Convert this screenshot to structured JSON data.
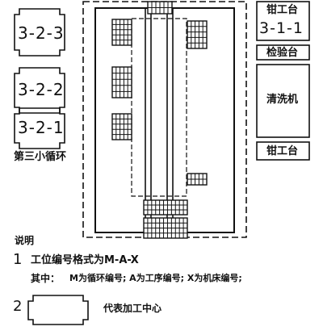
{
  "cells": {
    "left": [
      "3-2-3",
      "3-2-2",
      "3-2-1"
    ],
    "loop_label": "第三小循环"
  },
  "right_panel": {
    "bench_top_label": "钳工台",
    "bench_top_code": "3-1-1",
    "inspection": "检验台",
    "washer": "清洗机",
    "bench_bottom": "钳工台"
  },
  "legend": {
    "heading": "说明",
    "item1_num": "1",
    "item1_text": "工位编号格式为M-A-X",
    "item1_detail_prefix": "其中：",
    "item1_detail": "M为循环编号; A为工序编号; X为机床编号;",
    "item2_num": "2",
    "item2_text": "代表加工中心"
  },
  "colors": {
    "ink": "#111111",
    "paper": "#ffffff"
  }
}
